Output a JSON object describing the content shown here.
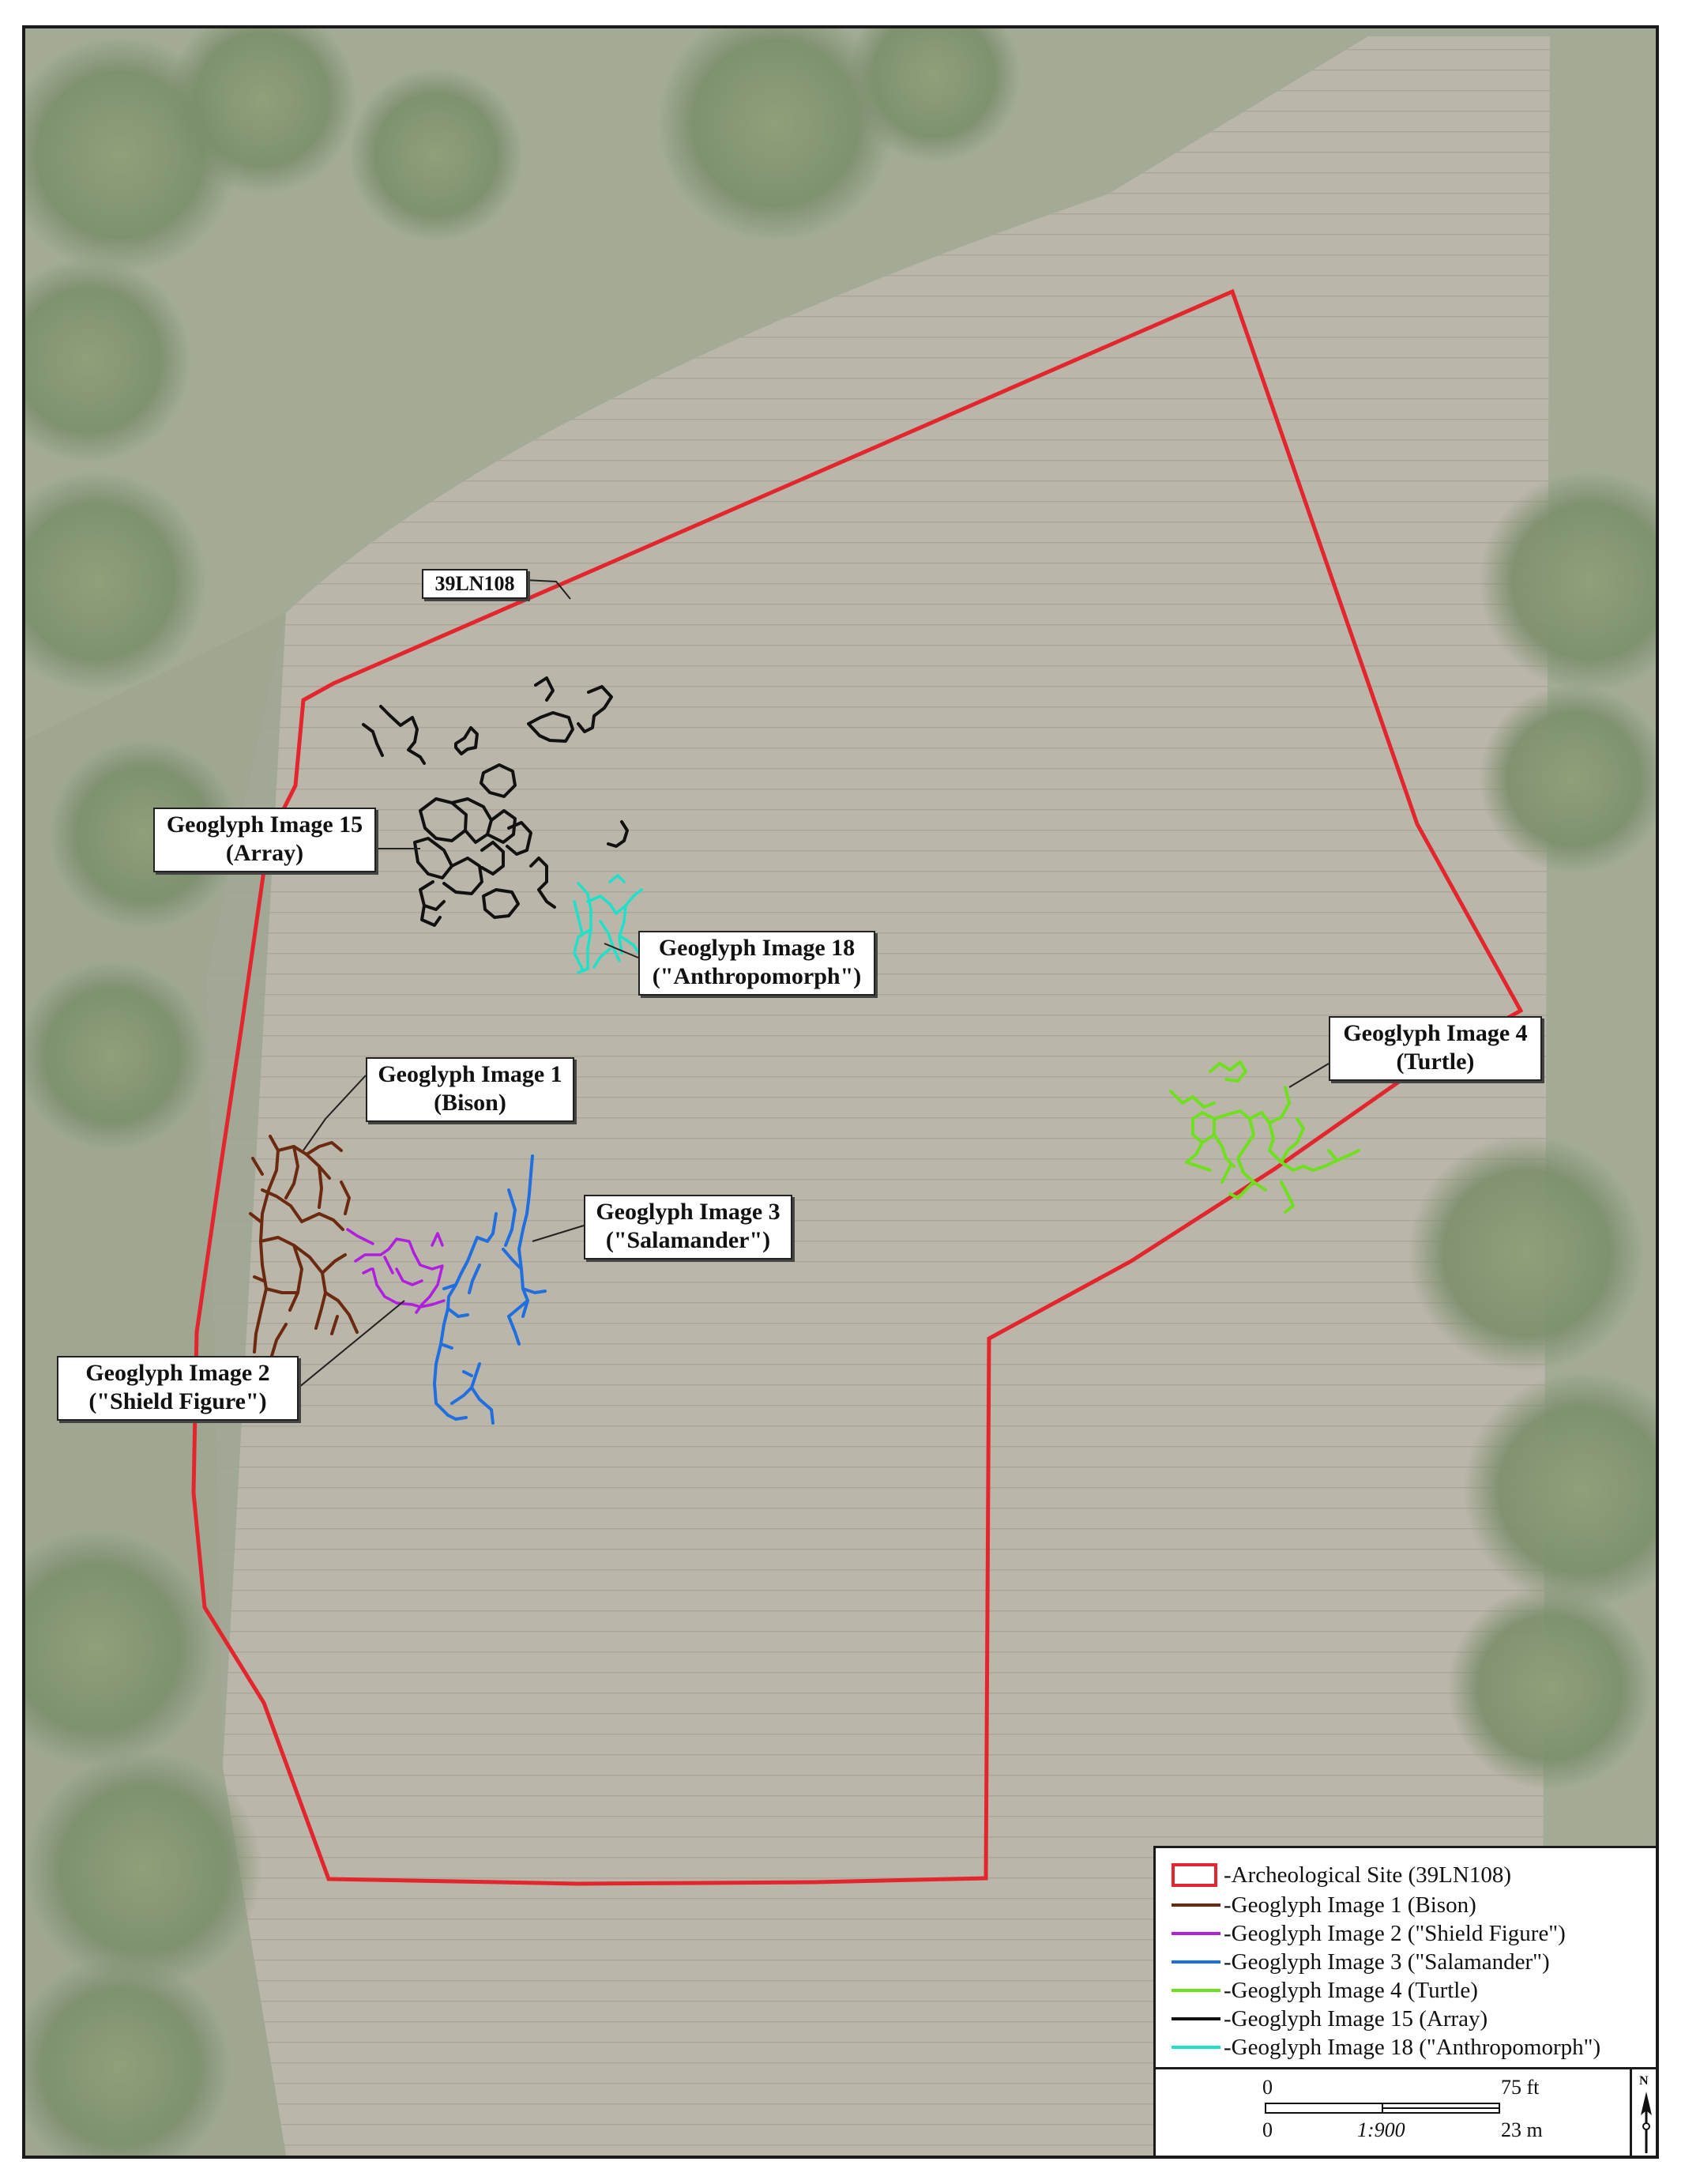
{
  "site_label": "39LN108",
  "callouts": {
    "img15": {
      "line1": "Geoglyph Image 15",
      "line2": "(Array)"
    },
    "img18": {
      "line1": "Geoglyph Image 18",
      "line2": "(\"Anthropomorph\")"
    },
    "img1": {
      "line1": "Geoglyph Image 1",
      "line2": "(Bison)"
    },
    "img3": {
      "line1": "Geoglyph Image 3",
      "line2": "(\"Salamander\")"
    },
    "img2": {
      "line1": "Geoglyph Image 2",
      "line2": "(\"Shield Figure\")"
    },
    "img4": {
      "line1": "Geoglyph Image 4",
      "line2": "(Turtle)"
    }
  },
  "colors": {
    "site": "#e3262d",
    "bison": "#6b2a10",
    "shield": "#b01ee0",
    "salamander": "#1f6fe0",
    "turtle": "#6fe01e",
    "array": "#111111",
    "anthropomorph": "#1fe0c8"
  },
  "legend": {
    "items": [
      {
        "label": "-Archeological Site (39LN108)",
        "color": "#e3262d",
        "kind": "box"
      },
      {
        "label": "-Geoglyph Image 1 (Bison)",
        "color": "#6b2a10",
        "kind": "line"
      },
      {
        "label": "-Geoglyph Image 2 (\"Shield Figure\")",
        "color": "#b01ee0",
        "kind": "line"
      },
      {
        "label": "-Geoglyph Image 3 (\"Salamander\")",
        "color": "#1f6fe0",
        "kind": "line"
      },
      {
        "label": "-Geoglyph Image 4 (Turtle)",
        "color": "#6fe01e",
        "kind": "line"
      },
      {
        "label": "-Geoglyph Image 15 (Array)",
        "color": "#111111",
        "kind": "line"
      },
      {
        "label": "-Geoglyph Image 18 (\"Anthropomorph\")",
        "color": "#1fe0c8",
        "kind": "line"
      }
    ],
    "scale": {
      "ft_zero": "0",
      "ft_end": "75 ft",
      "m_zero": "0",
      "ratio": "1:900",
      "m_end": "23 m"
    },
    "north": "N"
  }
}
